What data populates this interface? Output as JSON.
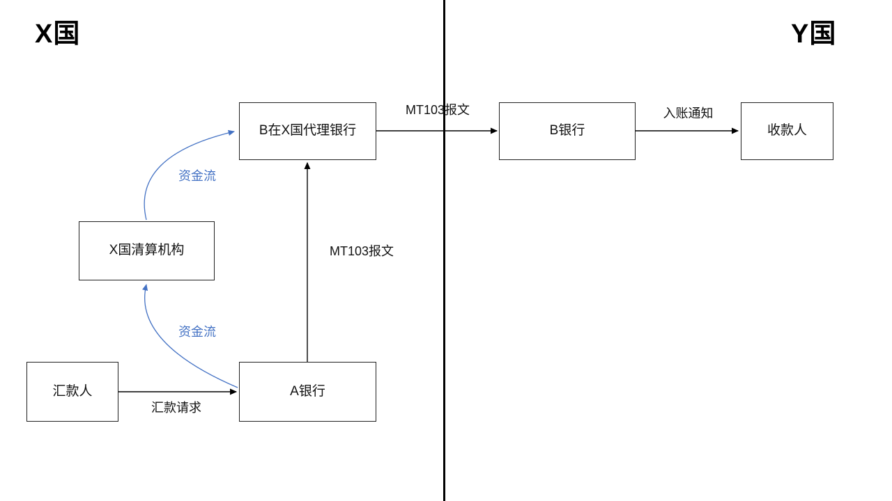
{
  "slide": {
    "left_region_label": "X国",
    "right_region_label": "Y国"
  },
  "nodes": {
    "correspondent_bank": {
      "label": "B在X国代理银行"
    },
    "bank_b": {
      "label": "B银行"
    },
    "payee": {
      "label": "收款人"
    },
    "clearing_house": {
      "label": "X国清算机构"
    },
    "remitter": {
      "label": "汇款人"
    },
    "bank_a": {
      "label": "A银行"
    }
  },
  "edge_labels": {
    "mt103_interbank": "MT103报文",
    "credit_advice": "入账通知",
    "mt103_domestic": "MT103报文",
    "remittance_request": "汇款请求",
    "fund_flow_upper": "资金流",
    "fund_flow_lower": "资金流"
  },
  "colors": {
    "fund_flow_blue": "#4472C4",
    "line_black": "#000000",
    "background": "#FFFFFF"
  }
}
